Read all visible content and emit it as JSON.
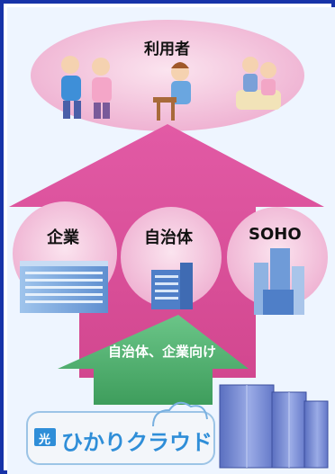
{
  "diagram": {
    "top_label": "利用者",
    "circles": [
      {
        "id": "enterprise",
        "label": "企業"
      },
      {
        "id": "municipality",
        "label": "自治体"
      },
      {
        "id": "soho",
        "label": "SOHO"
      }
    ],
    "arrow_label": "自治体、企業向け",
    "logo_text": "ひかりクラウド",
    "logo_badge": "光"
  },
  "colors": {
    "border": "#1733a8",
    "big_arrow": "#d94e98",
    "green_arrow": "#58b876",
    "bubble": "#f4c6de",
    "logo_blue": "#2f8ed8"
  }
}
